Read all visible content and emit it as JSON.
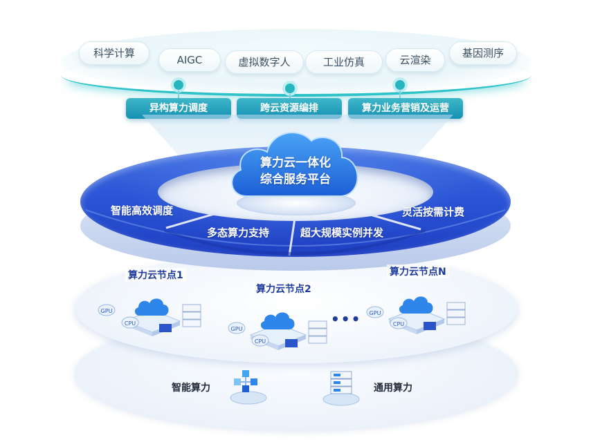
{
  "applications": [
    "科学计算",
    "AIGC",
    "虚拟数字人",
    "工业仿真",
    "云渲染",
    "基因测序"
  ],
  "capabilities": [
    "异构算力调度",
    "跨云资源编排",
    "算力业务营销及运营"
  ],
  "platform": {
    "title_line1": "算力云一体化",
    "title_line2": "综合服务平台",
    "features": [
      "智能高效调度",
      "多态算力支持",
      "超大规模实例并发",
      "灵活按需计费"
    ]
  },
  "nodes": {
    "labels": [
      "算力云节点1",
      "算力云节点2",
      "算力云节点N"
    ],
    "ellipsis": "•••",
    "chip_gpu": "GPU",
    "chip_cpu": "CPU"
  },
  "base": {
    "left": "智能算力",
    "right": "通用算力"
  },
  "colors": {
    "platform_blue": "#2b55d6",
    "platform_dark": "#1f3fc2",
    "teal_accent": "#27b6bf",
    "tag_teal": "#1690b3",
    "cloud_blue": "#1d6fe0",
    "label_navy": "#1f3b9c"
  },
  "icons": [
    "cloud-icon",
    "server-stack-icon",
    "gpu-chip-icon",
    "cpu-chip-icon",
    "cube-cluster-icon"
  ]
}
